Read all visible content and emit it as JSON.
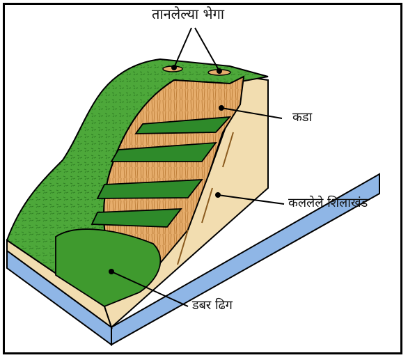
{
  "labels": {
    "tension_cracks": "तानलेल्या भेगा",
    "cliff": "कडा",
    "fallen_blocks": "कललेले शिलाखंड",
    "debris_mound": "डबर ढिग"
  },
  "colors": {
    "grass": "#3f9a2e",
    "grass_light": "#6cc14a",
    "cliff": "#e2a868",
    "cliff_dark": "#c98944",
    "soil": "#f2ddb0",
    "water_blue": "#8fb6e6",
    "outline": "#000000"
  }
}
